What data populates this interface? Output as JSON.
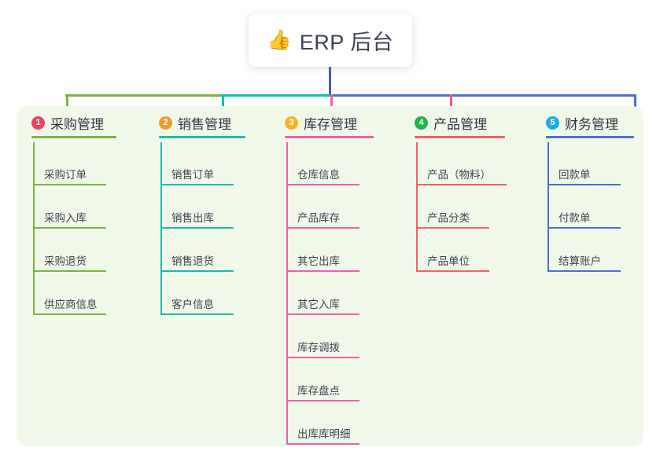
{
  "root": {
    "icon": "thumbs-up-icon",
    "emoji": "👍",
    "title": "ERP 后台"
  },
  "canvas": {
    "background": "#ffffff",
    "panel_background": "#f0f8ea"
  },
  "columns": [
    {
      "number": "1",
      "title": "采购管理",
      "color": "#7cb342",
      "badge_color": "#ef4060",
      "items": [
        "采购订单",
        "采购入库",
        "采购退货",
        "供应商信息"
      ]
    },
    {
      "number": "2",
      "title": "销售管理",
      "color": "#18bdb0",
      "badge_color": "#f59b2a",
      "items": [
        "销售订单",
        "销售出库",
        "销售退货",
        "客户信息"
      ]
    },
    {
      "number": "3",
      "title": "库存管理",
      "color": "#ef5fae",
      "badge_color": "#f5b52a",
      "items": [
        "仓库信息",
        "产品库存",
        "其它出库",
        "其它入库",
        "库存调拨",
        "库存盘点",
        "出库库明细"
      ]
    },
    {
      "number": "4",
      "title": "产品管理",
      "color": "#f4615f",
      "badge_color": "#22b14c",
      "items": [
        "产品（物料）",
        "产品分类",
        "产品单位"
      ]
    },
    {
      "number": "5",
      "title": "财务管理",
      "color": "#4a6fd4",
      "badge_color": "#1eaae0",
      "items": [
        "回款单",
        "付款单",
        "结算账户"
      ]
    }
  ],
  "connector": {
    "trunk_color": "#4a5bc4",
    "bar_colors": [
      "#7cb342",
      "#18bdb0",
      "#4a6fd4",
      "#4a6fd4"
    ],
    "drop_colors": [
      "#7cb342",
      "#18bdb0",
      "#ef5fae",
      "#f4615f",
      "#4a6fd4"
    ]
  }
}
